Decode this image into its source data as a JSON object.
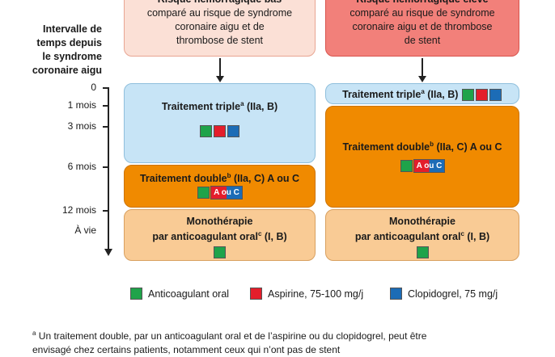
{
  "headers": {
    "low": {
      "line1": "Risque hémorragique bas",
      "line2": "comparé au risque de syndrome",
      "line3": "coronaire aigu et de",
      "line4": "thrombose de stent"
    },
    "high": {
      "line1": "Risque hémorragique élevé",
      "line2": "comparé au risque de syndrome",
      "line3": "coronaire aigu et de thrombose",
      "line4": "de stent"
    }
  },
  "timeline": {
    "title_l1": "Intervalle de",
    "title_l2": "temps depuis",
    "title_l3": "le syndrome",
    "title_l4": "coronaire aigu",
    "ticks": [
      "0",
      "1 mois",
      "3 mois",
      "6 mois",
      "12 mois",
      "À vie"
    ]
  },
  "low_column": {
    "triple": {
      "label": "Traitement triple",
      "sup": "a",
      "grade": " (IIa, B)"
    },
    "double": {
      "label": "Traitement double",
      "sup": "b",
      "grade": " (IIa, C) A ou C"
    },
    "mono": {
      "line1": "Monothérapie",
      "line2": "par anticoagulant oral",
      "sup": "c",
      "grade": " (I, B)"
    }
  },
  "high_column": {
    "triple": {
      "label": "Traitement triple",
      "sup": "a",
      "grade": " (IIa, B)"
    },
    "double": {
      "label": "Traitement double",
      "sup": "b",
      "grade": " (IIa, C) A ou C"
    },
    "mono": {
      "line1": "Monothérapie",
      "line2": "par anticoagulant oral",
      "sup": "c",
      "grade": " (I, B)"
    }
  },
  "aouc_label": "A ou C",
  "legend": {
    "anticoag": "Anticoagulant oral",
    "aspirine": "Aspirine, 75-100 mg/j",
    "clopidogrel": "Clopidogrel, 75 mg/j"
  },
  "colors": {
    "anticoag": "#1fa34a",
    "aspirine": "#e41e2b",
    "clopidogrel": "#1c6cb6"
  },
  "footnote": {
    "sup": "a",
    "line1": " Un traitement double, par un anticoagulant oral et de l’aspirine ou du clopidogrel, peut être",
    "line2": "envisagé chez certains patients, notamment ceux qui n’ont pas de stent"
  }
}
